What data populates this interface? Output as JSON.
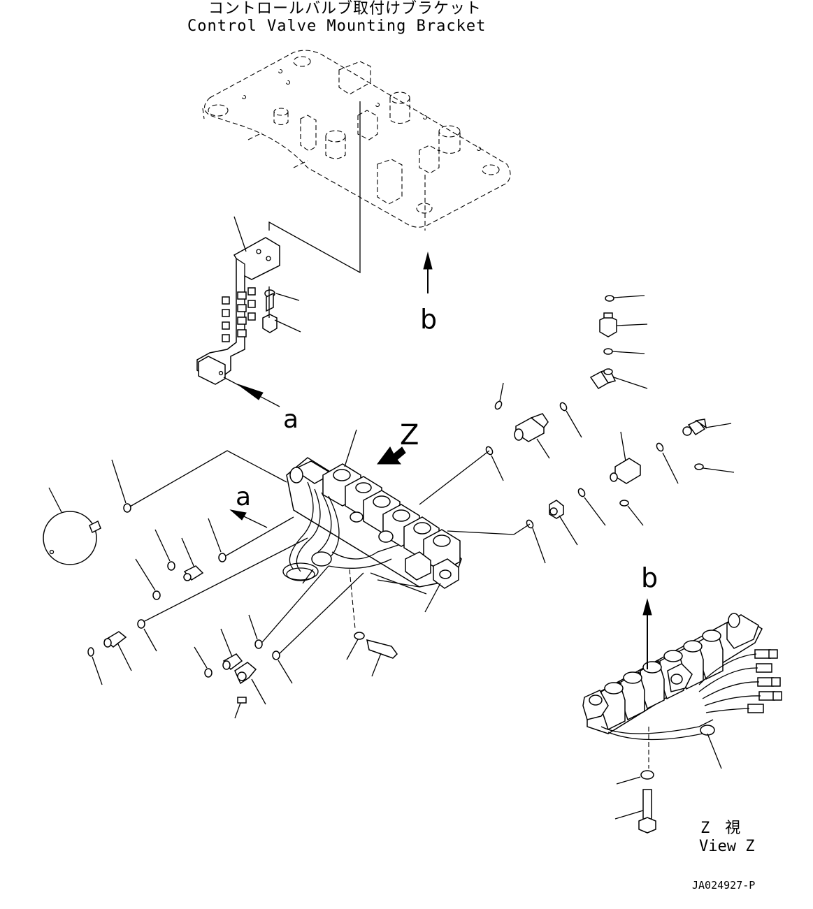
{
  "title": {
    "japanese": "コントロールバルブ取付けブラケット",
    "english": "Control Valve Mounting Bracket"
  },
  "labels": {
    "view_marker": "Z",
    "ref_a_upper": "a",
    "ref_a_lower": "a",
    "ref_b_upper": "b",
    "ref_b_lower": "b",
    "view_caption_jp": "Z　視",
    "view_caption_en": "View Z"
  },
  "drawing_number": "JA024927-P"
}
